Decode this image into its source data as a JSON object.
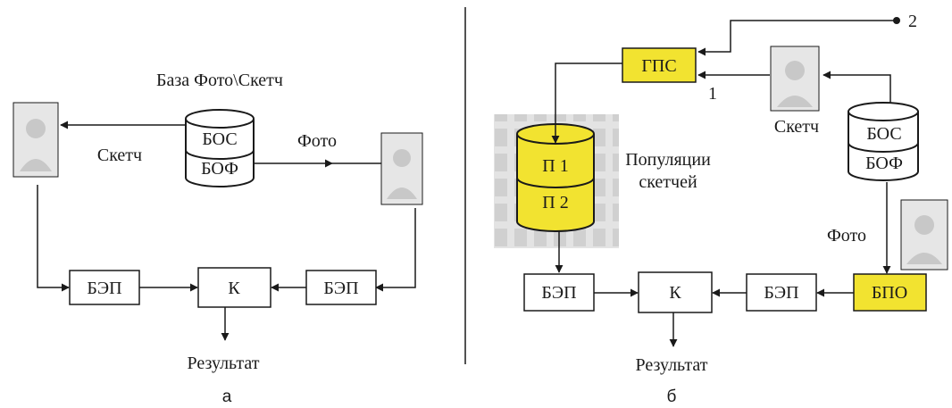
{
  "colors": {
    "stroke": "#1a1a1a",
    "highlight": "#f2e330",
    "background": "#ffffff",
    "placeholder_fill": "#e6e6e6"
  },
  "panel_a": {
    "db_title": "База Фото\\Скетч",
    "db_top": "БОС",
    "db_bottom": "БОФ",
    "sketch_label": "Скетч",
    "photo_label": "Фото",
    "left_block": "БЭП",
    "comparator": "К",
    "right_block": "БЭП",
    "result": "Результат",
    "caption": "а"
  },
  "panel_b": {
    "generator": "ГПС",
    "input_number": "2",
    "sketch_number": "1",
    "sketch_label": "Скетч",
    "population_top": "П 1",
    "population_bottom": "П 2",
    "population_label_1": "Популяции",
    "population_label_2": "скетчей",
    "db_top": "БОС",
    "db_bottom": "БОФ",
    "photo_label": "Фото",
    "left_block": "БЭП",
    "comparator": "К",
    "right_block": "БЭП",
    "preprocessor": "БПО",
    "result": "Результат",
    "caption": "б"
  }
}
